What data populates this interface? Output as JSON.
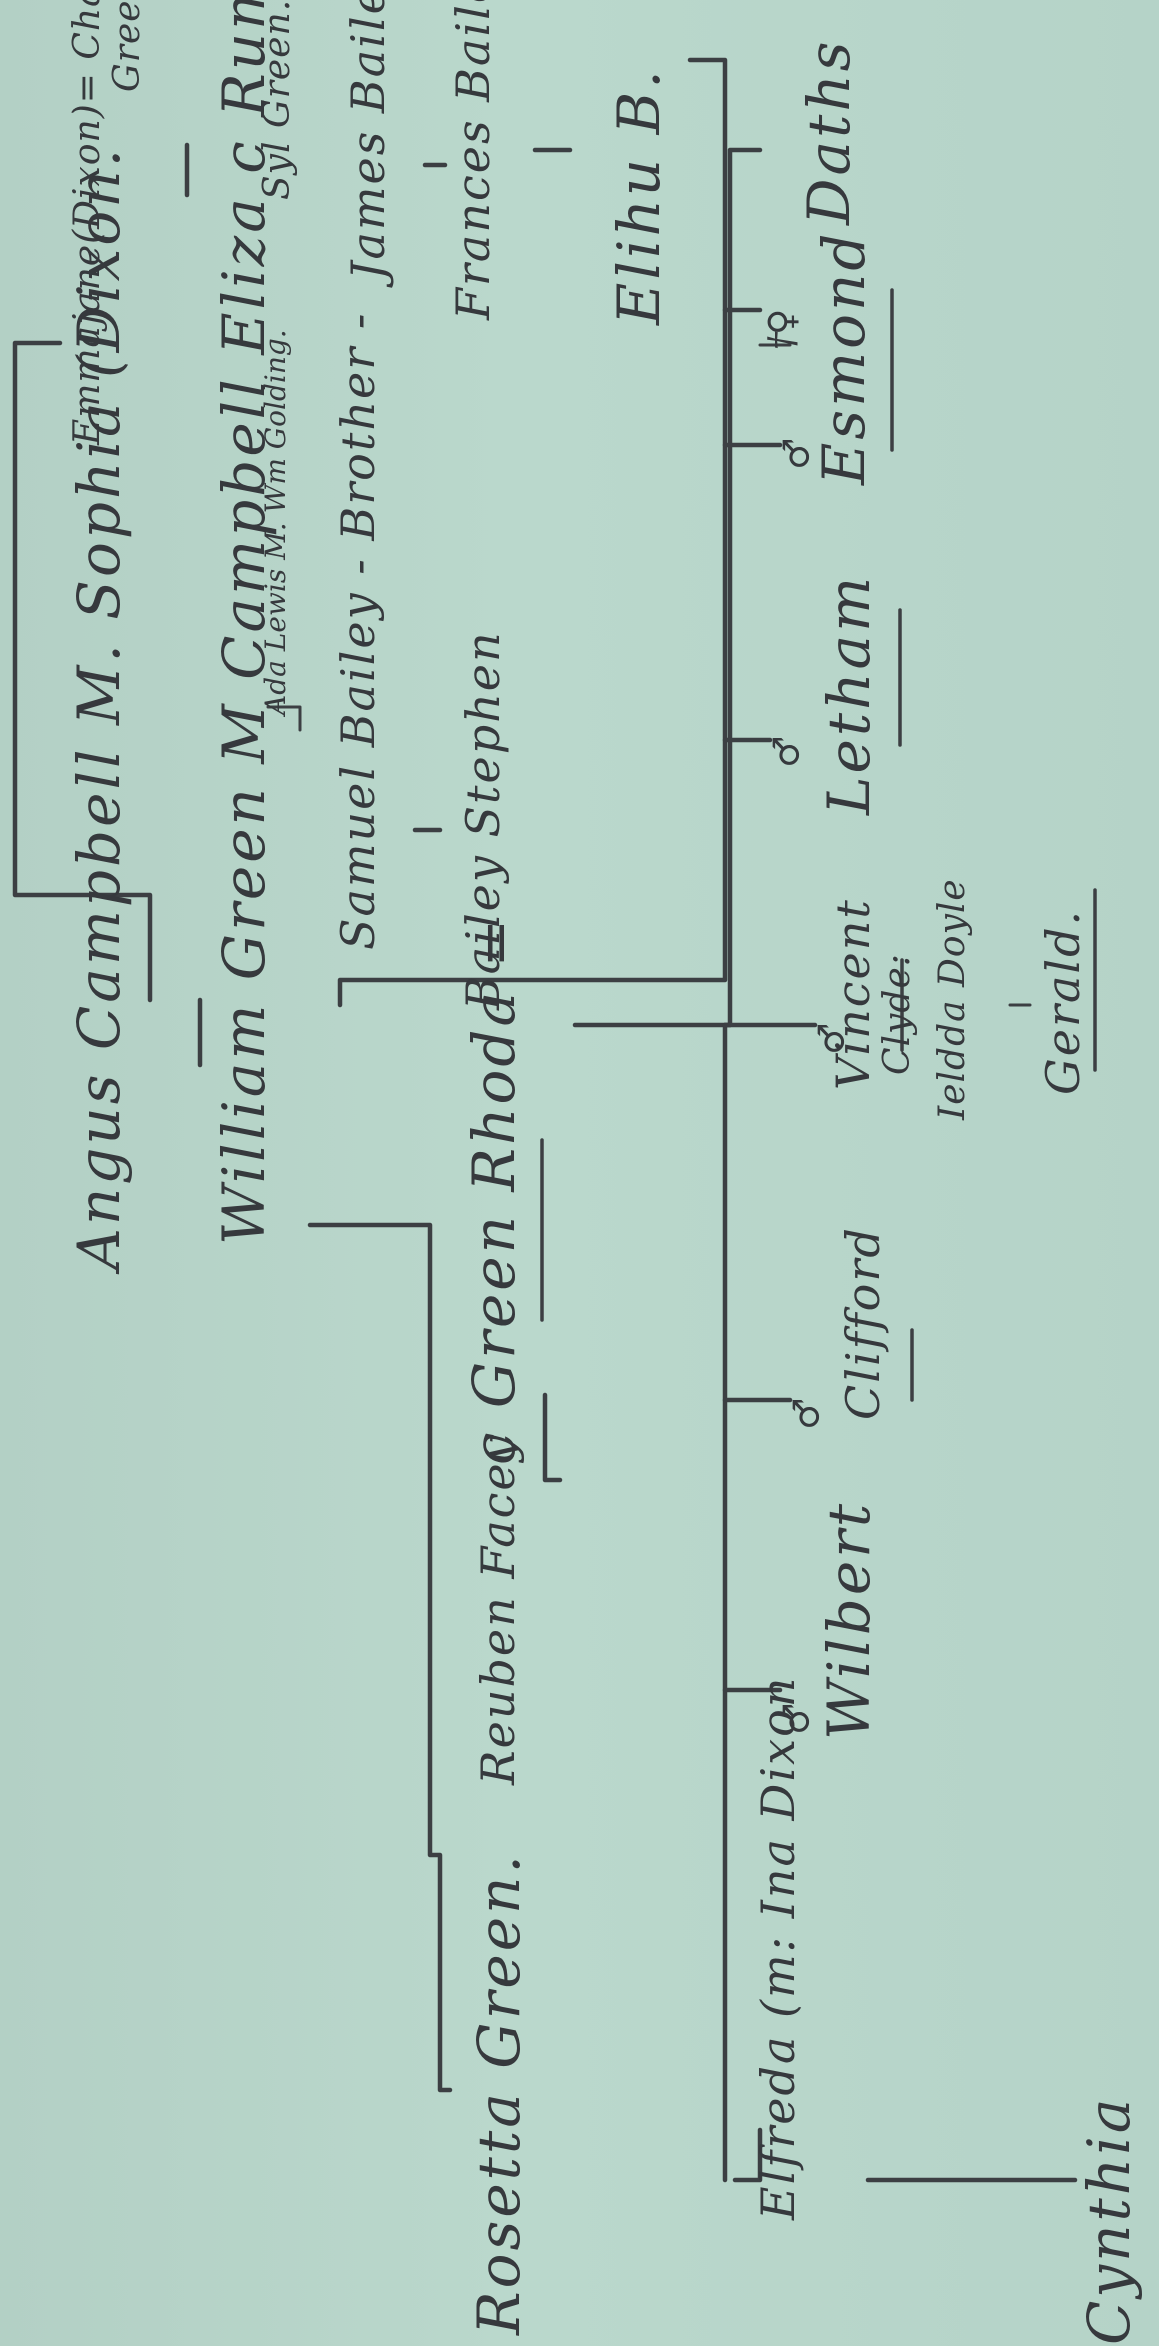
{
  "diagram": {
    "nodes": [
      {
        "id": "angus",
        "label": "Angus Campbell M. Sophia (Dixon."
      },
      {
        "id": "emmajane",
        "label": "Emmajane(Dixon)= Charles"
      },
      {
        "id": "charles_green",
        "label": "Green."
      },
      {
        "id": "william",
        "label": "William Green M Campbell Eliza c Rumbles Lewis"
      },
      {
        "id": "ada",
        "label": "Ada Lewis M. Wm Golding."
      },
      {
        "id": "syl",
        "label": "Syl Green."
      },
      {
        "id": "samuel",
        "label": "Samuel Bailey - Brother -"
      },
      {
        "id": "james",
        "label": "James Bailey"
      },
      {
        "id": "stephen",
        "label": "Bailey Stephen"
      },
      {
        "id": "frances",
        "label": "Frances Bailey"
      },
      {
        "id": "elihu",
        "label": "Elihu B."
      },
      {
        "id": "reuben",
        "label": "Reuben Facey"
      },
      {
        "id": "rhoda",
        "label": "c Green Rhoda ="
      },
      {
        "id": "rosetta",
        "label": "Rosetta Green."
      },
      {
        "id": "elfreda",
        "label": "Elfreda (m: Ina Dixon"
      },
      {
        "id": "wilbert",
        "label": "Wilbert"
      },
      {
        "id": "clifford",
        "label": "Clifford"
      },
      {
        "id": "vincent",
        "label": "Vincent"
      },
      {
        "id": "clyde",
        "label": "Clyde:"
      },
      {
        "id": "ieldda",
        "label": "Ieldda Doyle"
      },
      {
        "id": "gerald",
        "label": "Gerald."
      },
      {
        "id": "letham",
        "label": "Letham"
      },
      {
        "id": "esmond",
        "label": "Esmond"
      },
      {
        "id": "daphs",
        "label": "Daths"
      },
      {
        "id": "cynthia",
        "label": "Cynthia"
      }
    ],
    "marks": {
      "male": "♂",
      "female": "♀",
      "dagger": "†"
    }
  }
}
